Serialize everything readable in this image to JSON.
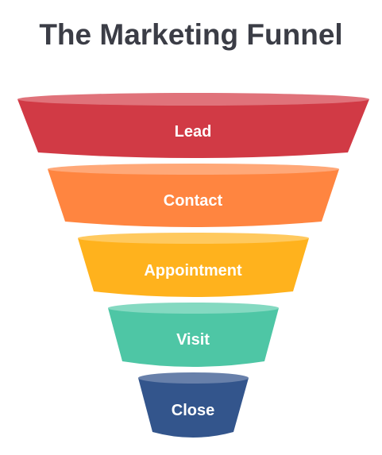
{
  "title": "The Marketing Funnel",
  "stages": [
    {
      "label": "Lead",
      "color": "#d13a45",
      "top_color": "#e0727a"
    },
    {
      "label": "Contact",
      "color": "#ff8540",
      "top_color": "#ffa878"
    },
    {
      "label": "Appointment",
      "color": "#ffb21d",
      "top_color": "#ffc95e"
    },
    {
      "label": "Visit",
      "color": "#4ec6a5",
      "top_color": "#84d9c1"
    },
    {
      "label": "Close",
      "color": "#33558c",
      "top_color": "#6880aa"
    }
  ]
}
